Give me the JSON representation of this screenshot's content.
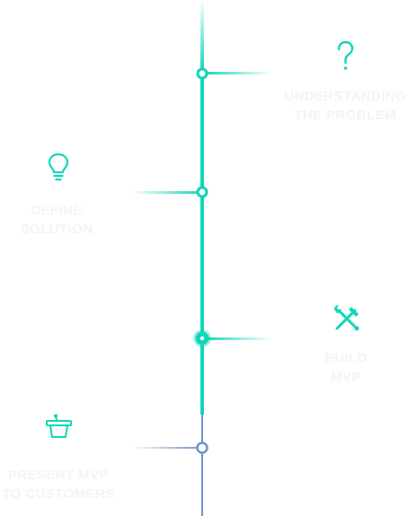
{
  "theme": {
    "accent": "#10d6b8",
    "accent_muted": "#6f93c9",
    "label_color": "#f2f4f5"
  },
  "steps": [
    {
      "id": "understanding",
      "label_line1": "UNDERSTANDING",
      "label_line2": "THE PROBLEM",
      "icon": "question-mark-icon",
      "status": "complete"
    },
    {
      "id": "define",
      "label_line1": "DEFINE",
      "label_line2": "SOLUTION",
      "icon": "lightbulb-icon",
      "status": "complete"
    },
    {
      "id": "build",
      "label_line1": "BUILD",
      "label_line2": "MVP",
      "icon": "tools-icon",
      "status": "current"
    },
    {
      "id": "present",
      "label_line1": "PRESENT MVP",
      "label_line2": "TO CUSTOMERS",
      "icon": "podium-icon",
      "status": "upcoming"
    }
  ]
}
